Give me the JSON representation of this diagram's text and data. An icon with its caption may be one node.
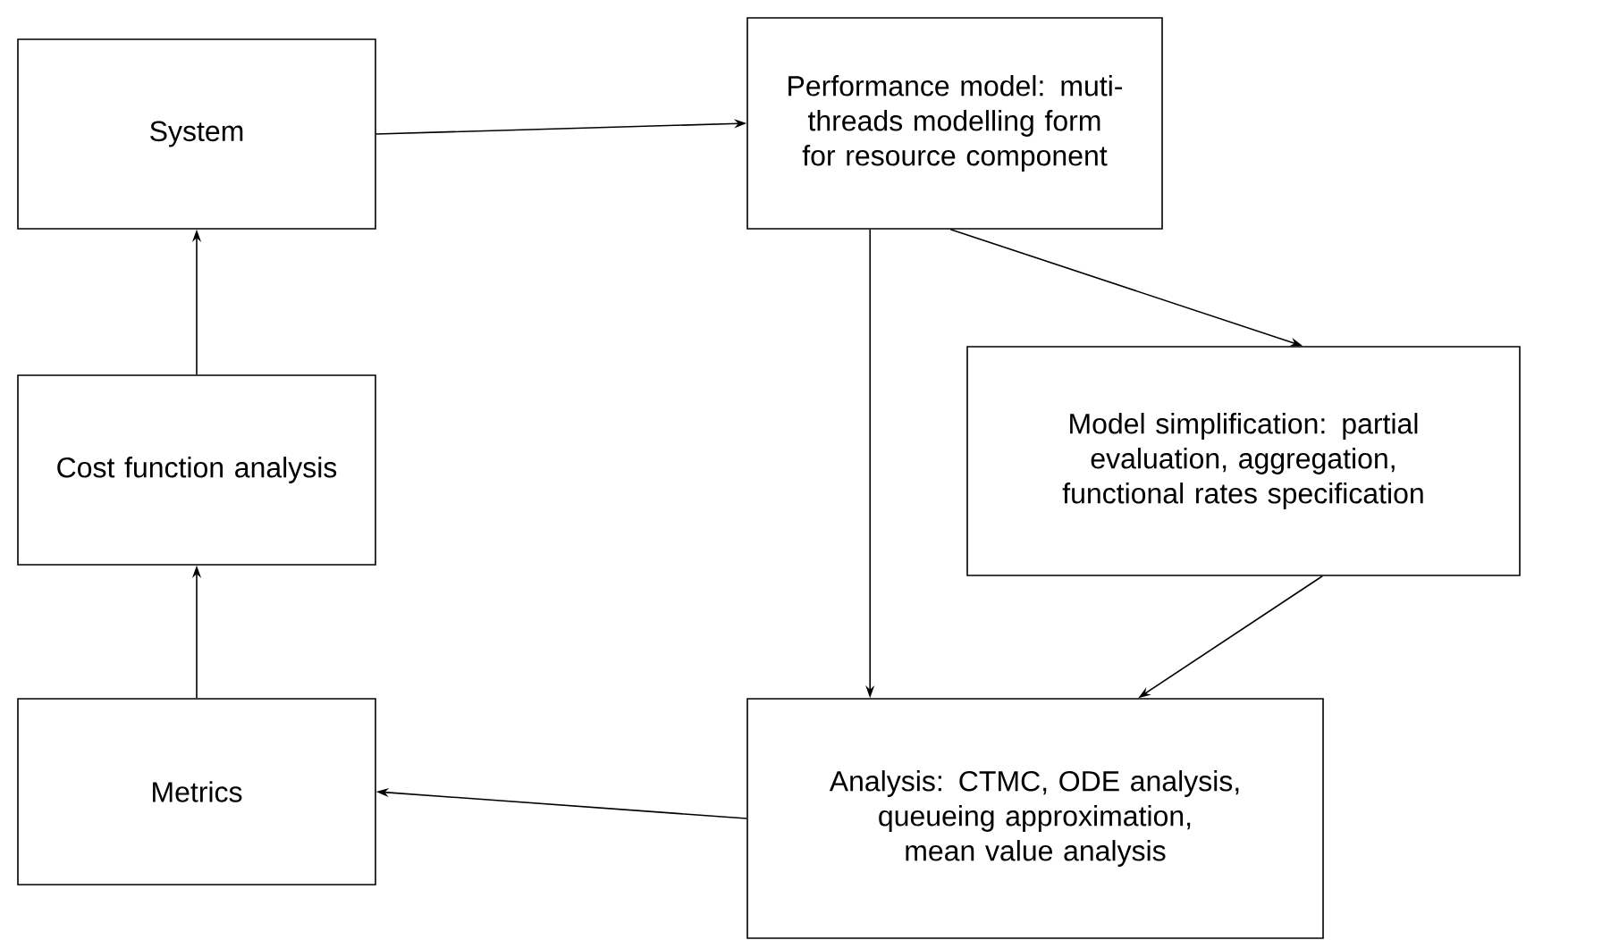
{
  "diagram": {
    "nodes": [
      {
        "text": [
          "System"
        ]
      },
      {
        "text": [
          "Performance model: muti-threads modelling form for resource component"
        ]
      },
      {
        "text": [
          "Cost function analysis"
        ]
      },
      {
        "text": [
          "Model simplification: partial evaluation, aggregation, functional rates specification"
        ]
      },
      {
        "text": [
          "Metrics"
        ]
      },
      {
        "text": [
          "Analysis: CTMC, ODE analysis, queueing approximation, mean value analysis"
        ]
      }
    ],
    "edges": [
      {
        "from": 0,
        "to": 1,
        "arrow": "to"
      },
      {
        "from": 1,
        "to": 3,
        "arrow": "to"
      },
      {
        "from": 1,
        "to": 5,
        "arrow": "to"
      },
      {
        "from": 3,
        "to": 5,
        "arrow": "to"
      },
      {
        "from": 5,
        "to": 4,
        "arrow": "to"
      },
      {
        "from": 4,
        "to": 2,
        "arrow": "to"
      },
      {
        "from": 2,
        "to": 0,
        "arrow": "to"
      }
    ]
  }
}
